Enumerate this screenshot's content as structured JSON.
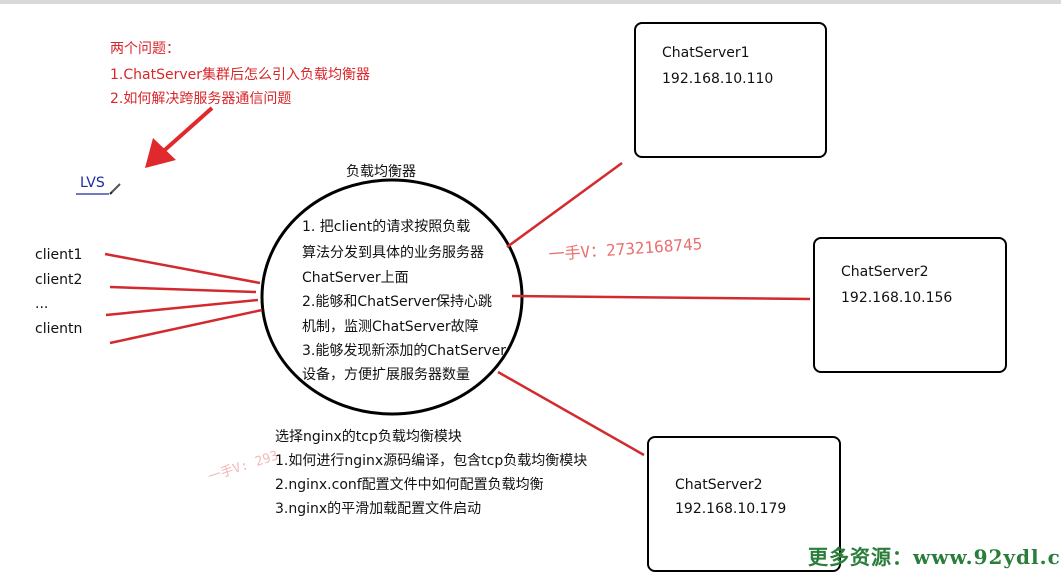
{
  "problems": {
    "title": "两个问题：",
    "q1": "1.ChatServer集群后怎么引入负载均衡器",
    "q2": "2.如何解决跨服务器通信问题"
  },
  "lvs_label": "LVS",
  "clients": [
    "client1",
    "client2",
    "...",
    "clientn"
  ],
  "load_balancer": {
    "title": "负载均衡器",
    "lines": [
      "1. 把client的请求按照负载",
      "算法分发到具体的业务服务器",
      "ChatServer上面",
      "2.能够和ChatServer保持心跳",
      "机制，监测ChatServer故障",
      "3.能够发现新添加的ChatServer",
      "设备，方便扩展服务器数量"
    ]
  },
  "servers": [
    {
      "name": "ChatServer1",
      "ip": "192.168.10.110"
    },
    {
      "name": "ChatServer2",
      "ip": "192.168.10.156"
    },
    {
      "name": "ChatServer2",
      "ip": "192.168.10.179"
    }
  ],
  "nginx_notes": {
    "title": "选择nginx的tcp负载均衡模块",
    "items": [
      "1.如何进行nginx源码编译，包含tcp负载均衡模块",
      "2.nginx.conf配置文件中如何配置负载均衡",
      "3.nginx的平滑加载配置文件启动"
    ]
  },
  "watermarks": {
    "contact": "一手V：2732168745",
    "contact_faded": "一手V: 293",
    "resource": "更多资源：www.92ydl.c"
  },
  "colors": {
    "annotation": "#d9262a",
    "line": "#d22a2e",
    "lvs": "#1f2a9a"
  }
}
